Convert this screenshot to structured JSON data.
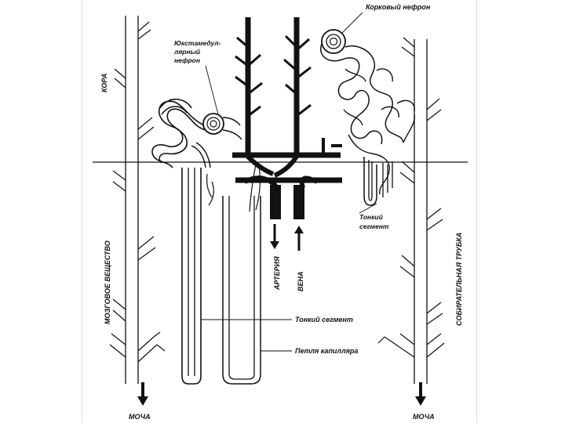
{
  "labels": {
    "cortical_nephron": "Корковый нефрон",
    "juxtamedullary_1": "Юкстамедул-",
    "juxtamedullary_2": "лярный",
    "juxtamedullary_3": "нефрон",
    "cortex": "КОРА",
    "medulla": "МОЗГОВОЕ ВЕЩЕСТВО",
    "collecting_duct": "СОБИРАТЕЛЬНАЯ ТРУБКА",
    "thin_segment_right_1": "Тонкий",
    "thin_segment_right_2": "сегмент",
    "artery": "АРТЕРИЯ",
    "vein": "ВЕНА",
    "thin_segment_bottom": "Тонкий сегмент",
    "capillary_loop": "Петля капилляра",
    "urine_left": "МОЧА",
    "urine_right": "МОЧА"
  },
  "colors": {
    "ink": "#111111",
    "background": "#ffffff"
  }
}
